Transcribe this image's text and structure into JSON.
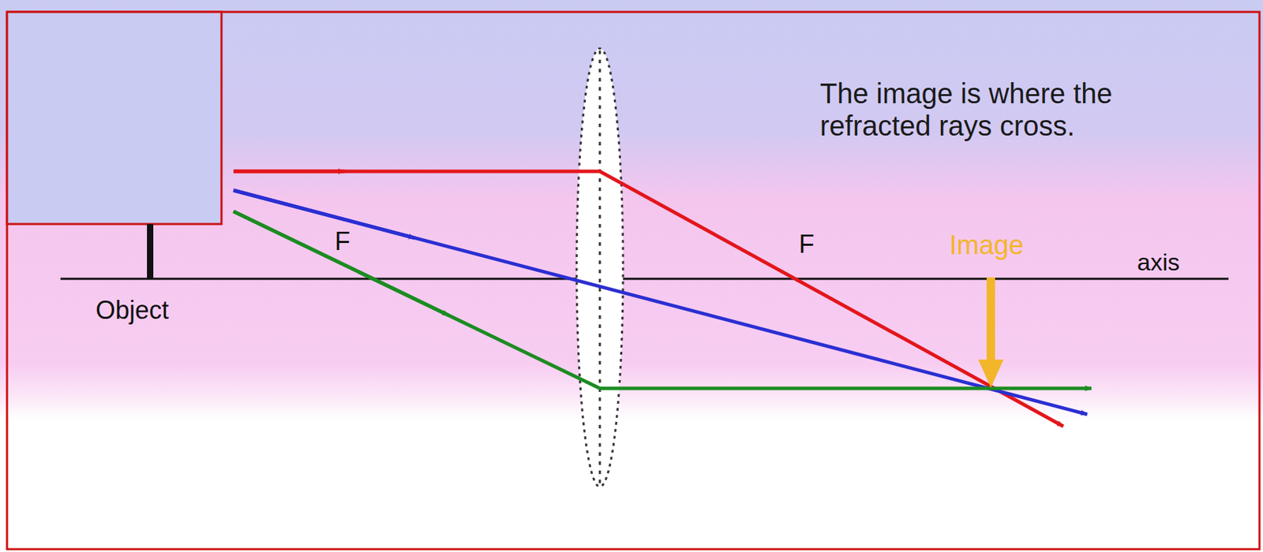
{
  "diagram": {
    "labels": [
      "The image is where the refracted rays cross.",
      "F",
      "F",
      "Image",
      "axis",
      "Object"
    ]
  }
}
